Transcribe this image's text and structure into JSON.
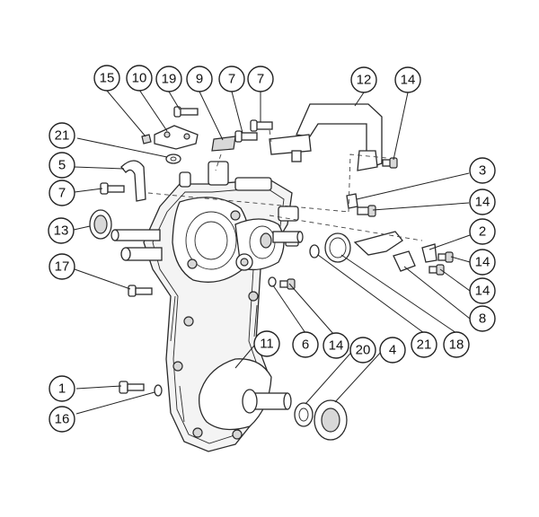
{
  "callouts": [
    {
      "id": "c15a",
      "label": "15"
    },
    {
      "id": "c10",
      "label": "10"
    },
    {
      "id": "c19",
      "label": "19"
    },
    {
      "id": "c9",
      "label": "9"
    },
    {
      "id": "c7a",
      "label": "7"
    },
    {
      "id": "c7b",
      "label": "7"
    },
    {
      "id": "c12",
      "label": "12"
    },
    {
      "id": "c14a",
      "label": "14"
    },
    {
      "id": "c21a",
      "label": "21"
    },
    {
      "id": "c5",
      "label": "5"
    },
    {
      "id": "c7c",
      "label": "7"
    },
    {
      "id": "c13",
      "label": "13"
    },
    {
      "id": "c17",
      "label": "17"
    },
    {
      "id": "c3",
      "label": "3"
    },
    {
      "id": "c14b",
      "label": "14"
    },
    {
      "id": "c2",
      "label": "2"
    },
    {
      "id": "c14c",
      "label": "14"
    },
    {
      "id": "c14d",
      "label": "14"
    },
    {
      "id": "c8",
      "label": "8"
    },
    {
      "id": "c11",
      "label": "11"
    },
    {
      "id": "c6",
      "label": "6"
    },
    {
      "id": "c14e",
      "label": "14"
    },
    {
      "id": "c20",
      "label": "20"
    },
    {
      "id": "c4",
      "label": "4"
    },
    {
      "id": "c21b",
      "label": "21"
    },
    {
      "id": "c18",
      "label": "18"
    },
    {
      "id": "c1",
      "label": "1"
    },
    {
      "id": "c16",
      "label": "16"
    }
  ]
}
